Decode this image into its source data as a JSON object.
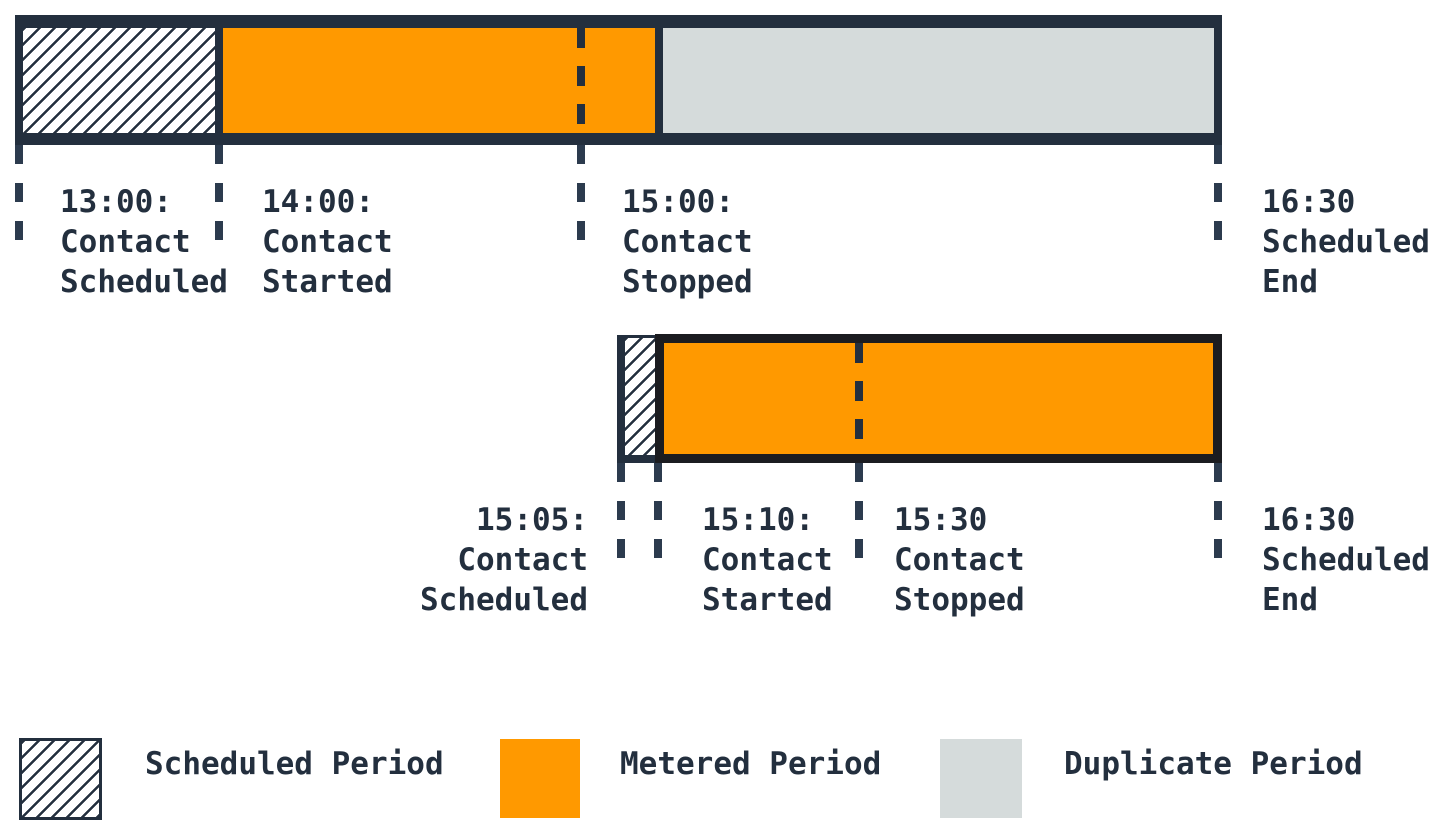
{
  "colors": {
    "outline_navy": "#232F3E",
    "tick_navy": "#2C3B4E",
    "metered_orange": "#FF9900",
    "duplicate_gray": "#D5DBDB",
    "emphasis_box_black": "#1B1C20",
    "background": "#FFFFFF"
  },
  "timeline1": {
    "segments": [
      "scheduled",
      "metered",
      "duplicate"
    ],
    "events": [
      {
        "time": "13:00",
        "caption": "Contact Scheduled",
        "label": "13:00:\nContact\nScheduled"
      },
      {
        "time": "14:00",
        "caption": "Contact Started",
        "label": "14:00:\nContact\nStarted"
      },
      {
        "time": "15:00",
        "caption": "Contact Stopped",
        "label": "15:00:\nContact\nStopped"
      },
      {
        "time": "16:30",
        "caption": "Scheduled End",
        "label": "16:30\nScheduled\nEnd"
      }
    ]
  },
  "timeline2": {
    "segments": [
      "scheduled",
      "metered"
    ],
    "events": [
      {
        "time": "15:05",
        "caption": "Contact Scheduled",
        "label": "15:05:\nContact\nScheduled"
      },
      {
        "time": "15:10",
        "caption": "Contact Started",
        "label": "15:10:\nContact\nStarted"
      },
      {
        "time": "15:30",
        "caption": "Contact Stopped",
        "label": "15:30\nContact\nStopped"
      },
      {
        "time": "16:30",
        "caption": "Scheduled End",
        "label": "16:30\nScheduled\nEnd"
      }
    ]
  },
  "legend": {
    "items": [
      {
        "id": "scheduled",
        "label": "Scheduled Period"
      },
      {
        "id": "metered",
        "label": "Metered Period"
      },
      {
        "id": "duplicate",
        "label": "Duplicate Period"
      }
    ]
  }
}
